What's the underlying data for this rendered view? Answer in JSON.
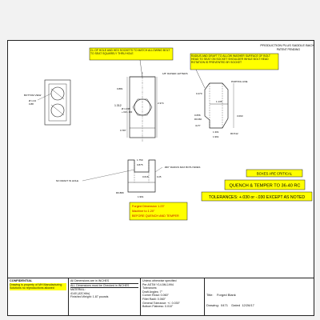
{
  "header": {
    "company": "PRODUCTION PLUS SADDLE BACK",
    "patent": "PATENT PENDING"
  },
  "notes": {
    "hex_bolt": "CL OF HOLE AND HEX SOCKETS TO MATCH ALLOWING BOLT TO SEAT SQUARELY THRU HOLE",
    "radius_draft": "RADIUS AND DRAFT TO ALLOW WASHER SURFACE OF BOLT HEAD TO SEAT ON SOCKET SHOULDER WHILE BOLT HEAD ROTATION IS PREVENTED BY SOCKET",
    "raised_letters": "1/8\" RAISED LETTERS",
    "parting_line": "PARTING LINE",
    "radius_max": ".060\" RADIUS MAX BOTH SIDES",
    "no_draft": "NO DRAFT IN HOLE",
    "forged_dimension": "Forged Dimension 1.23\"",
    "machine_to": "Machine to 1.20\"",
    "before_quench": "BEFORE QUENCH AND TEMPER",
    "boxes_critical": "BOXES ARE CRITICAL",
    "quench_temper": "QUENCH & TEMPER TO 36-40 RC",
    "tolerances": "TOLERANCES: +.030 or -.030 EXCEPT AS NOTED"
  },
  "dimensions": {
    "front_tl": "0.881",
    "front_cl": "1.312",
    "front_dia": "Ø 1.035",
    "front_tol": "+.010 -.000",
    "front_cr": "Ø 0.3",
    "front_ht": "2.374",
    "front_bot": "0.787",
    "left_a": "BOTTOM VIEW",
    "left_b": "Ø 1.04",
    "left_c": "0.88",
    "side_a": "0.470",
    "side_b": "1.135",
    "side_c": "0.656",
    "side_d": "R0.060",
    "side_e": "1.301",
    "side_f": "1.961",
    "side_g": "R0.512",
    "side_h": "3.093",
    "side_i": "41.5°",
    "bottom_a": "1.750",
    "bottom_b": "0.875",
    "bottom_c": "R0.880",
    "bottom_d": "0.618",
    "bottom_e": "1.961",
    "bottom_f": "0.25"
  },
  "title_block": {
    "confidential": "CONFIDENTIAL",
    "confidential_text": "Drawing is property of MH Manufacturing Solutions no reproductions allowed",
    "units": "All Dimensions are in INCHES",
    "check_units": "ALL Dimensions must be Checked in INCHES",
    "material_label": "MATERIAL:",
    "material": "4140 (42CrMo)",
    "finished_weight": "Finished Weight: 1.87 pounds",
    "spec_1": "Unless otherwise specified",
    "spec_2": "Per ASTM Y14.5M-1994",
    "spec_3": "Tolerances:",
    "spec_4": "Draft Angles: 7°",
    "spec_5": "Corner Read: 0.060\"",
    "spec_6": "Fillet Radii: 0.060\"",
    "spec_7": "General Tolerance: +/- 0.030\"",
    "spec_8": "Bottom Flatness: 0.010\"",
    "title_label": "Title:",
    "title_value": "Forged Blank",
    "drawing_label": "Drawing:",
    "drawing_value": "0471",
    "dated_label": "Dated",
    "dated_value": "12/26/17"
  }
}
